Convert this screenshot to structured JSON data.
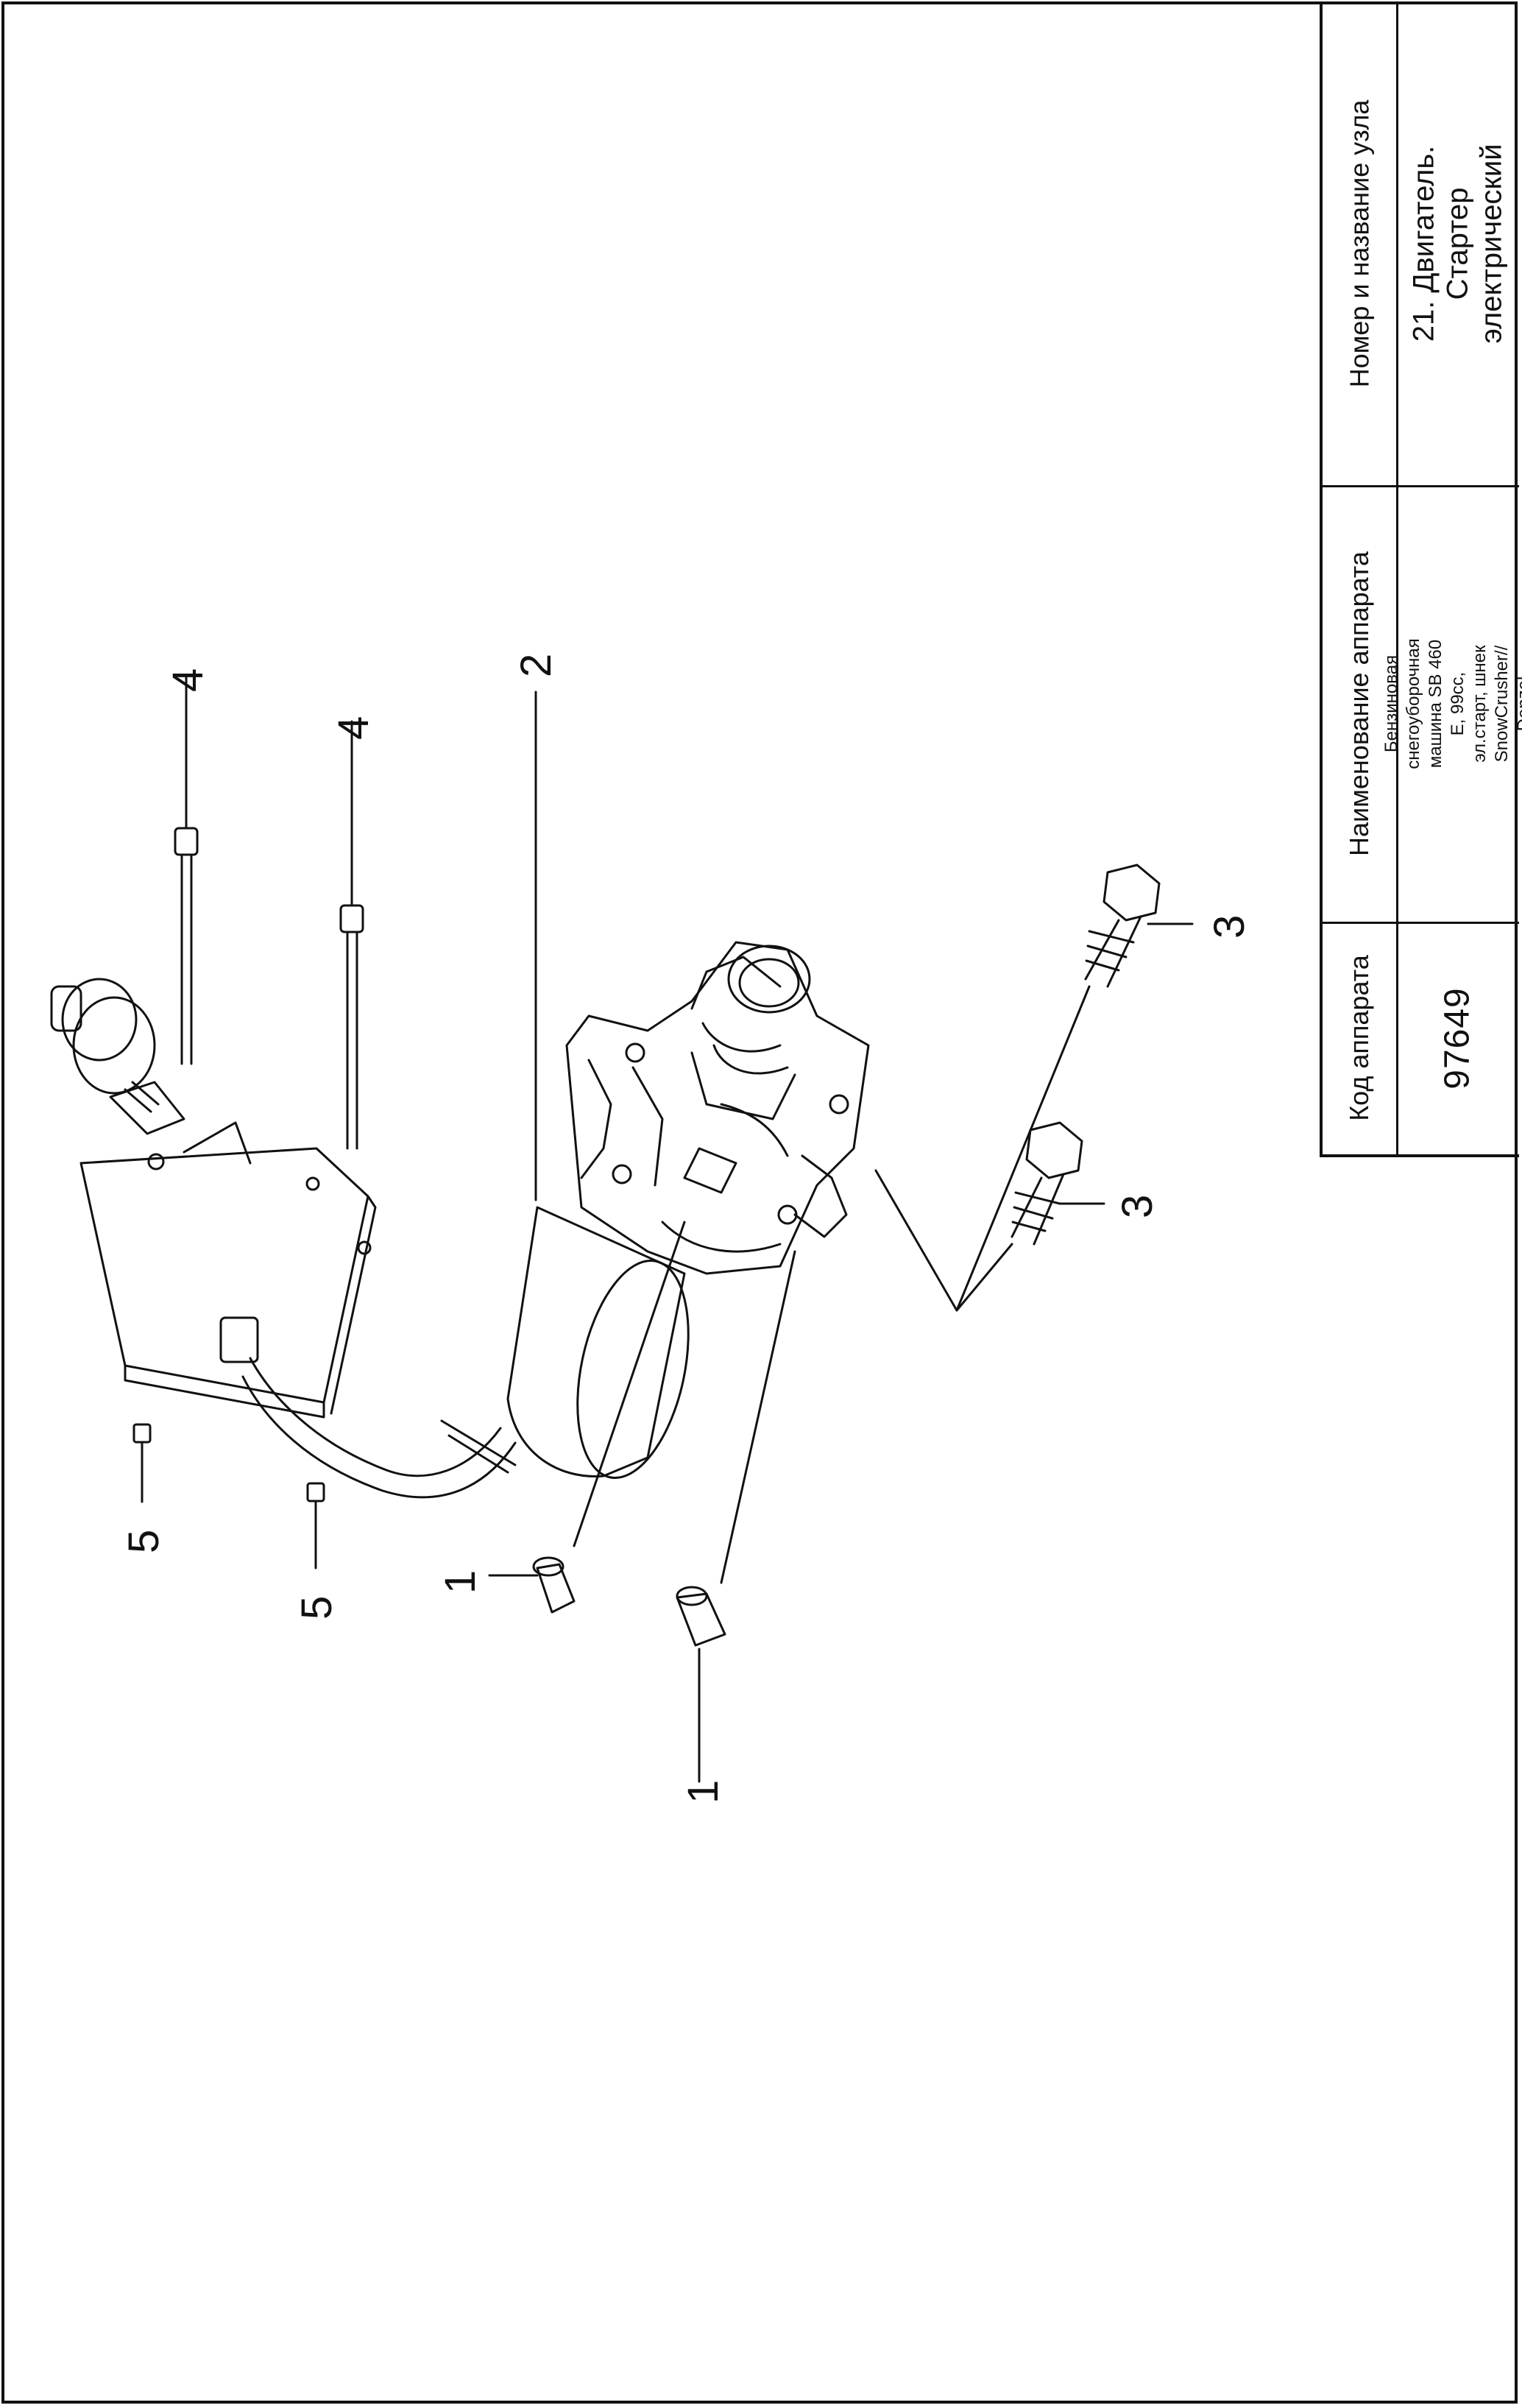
{
  "table": {
    "code_header": "Код аппарата",
    "code_value": "97649",
    "device_header": "Наименование аппарата",
    "device_value": "Бензиновая снегоуборочная машина SB 460 E, 99cc, эл.старт, шнек SnowCrusher// Denzel",
    "unit_header": "Номер и название узла",
    "unit_value": "21. Двигатель. Стартер электрический"
  },
  "callouts": {
    "c1a": "1",
    "c1b": "1",
    "c2": "2",
    "c3a": "3",
    "c3b": "3",
    "c4a": "4",
    "c4b": "4",
    "c5a": "5",
    "c5b": "5"
  }
}
